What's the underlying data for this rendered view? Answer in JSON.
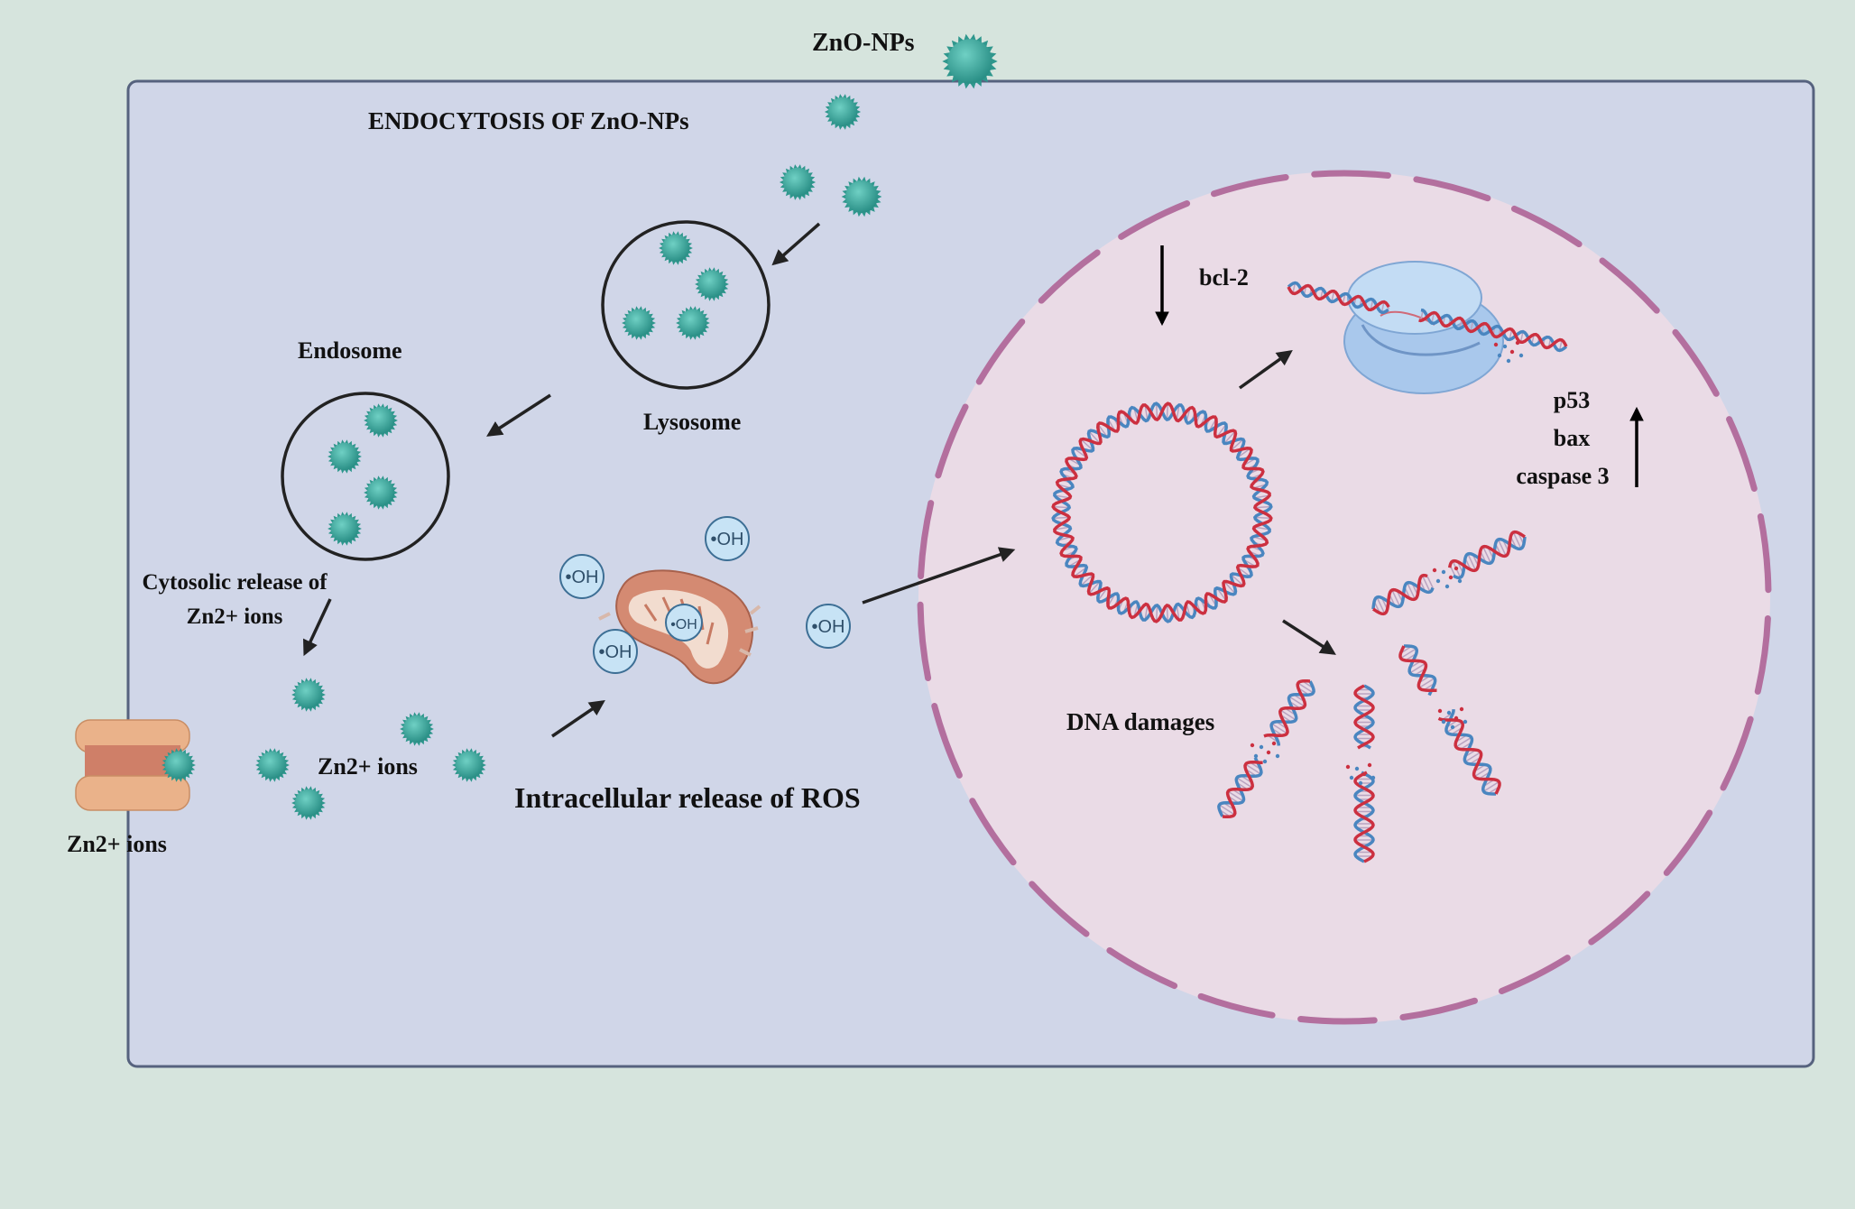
{
  "labels": {
    "zno_nps": "ZnO-NPs",
    "endocytosis": "ENDOCYTOSIS OF ZnO-NPs",
    "lysosome": "Lysosome",
    "endosome": "Endosome",
    "cytosolic_release_line1": "Cytosolic release of",
    "cytosolic_release_line2": "Zn2+ ions",
    "zn_ions_cyto": "Zn2+ ions",
    "zn_ions_channel": "Zn2+ ions",
    "ros": "Intracellular release of ROS",
    "bcl2": "bcl-2",
    "p53": "p53",
    "bax": "bax",
    "caspase3": "caspase 3",
    "dna_damages": "DNA damages",
    "oh": "•OH"
  },
  "colors": {
    "background": "#d6e4dd",
    "cell_fill": "#d0d6e8",
    "cell_border": "#56627e",
    "nucleus_fill": "#eadbe6",
    "nuclear_membrane": "#b36f9e",
    "nanoparticle": "#3aa89e",
    "dna_red": "#cc3040",
    "dna_blue": "#4a86c0",
    "ros_fill": "#c7e3f5",
    "ros_border": "#3d6f95",
    "mitochondrion": "#d48a72",
    "channel": "#eab28a",
    "ribosome": "#a9c8ec"
  },
  "icons": [
    "nanoparticle-icon",
    "lysosome-icon",
    "endosome-icon",
    "mitochondrion-icon",
    "ion-channel-icon",
    "ribosome-icon",
    "dna-helix-icon",
    "ros-radical-icon",
    "arrow-icon"
  ]
}
